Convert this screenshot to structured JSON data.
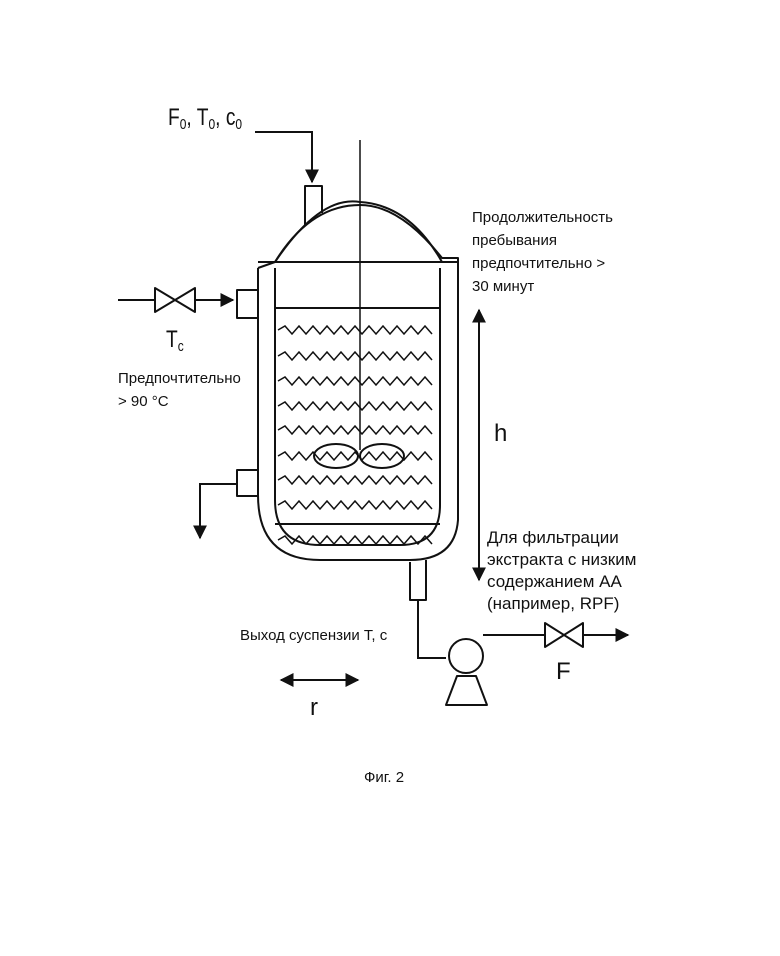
{
  "feed": {
    "F": "F",
    "F_sub": "0",
    "T": "T",
    "T_sub": "0",
    "c": "c",
    "c_sub": "0",
    "sep": ","
  },
  "coolant": {
    "T": "T",
    "T_sub": "c"
  },
  "residence_time": [
    "Продолжительность",
    "пребывания",
    "предпочтительно >",
    "30 минут"
  ],
  "temperature_pref": [
    "Предпочтительно",
    "> 90 °C"
  ],
  "height_symbol": "h",
  "filtration": [
    "Для фильтрации",
    "экстракта с низким",
    "содержанием АА",
    "(например, RPF)"
  ],
  "outlet": "Выход суспензии T, c",
  "flow_symbol": "F",
  "radius_symbol": "r",
  "caption": "Фиг. 2",
  "colors": {
    "line": "#111111",
    "background": "#ffffff"
  }
}
